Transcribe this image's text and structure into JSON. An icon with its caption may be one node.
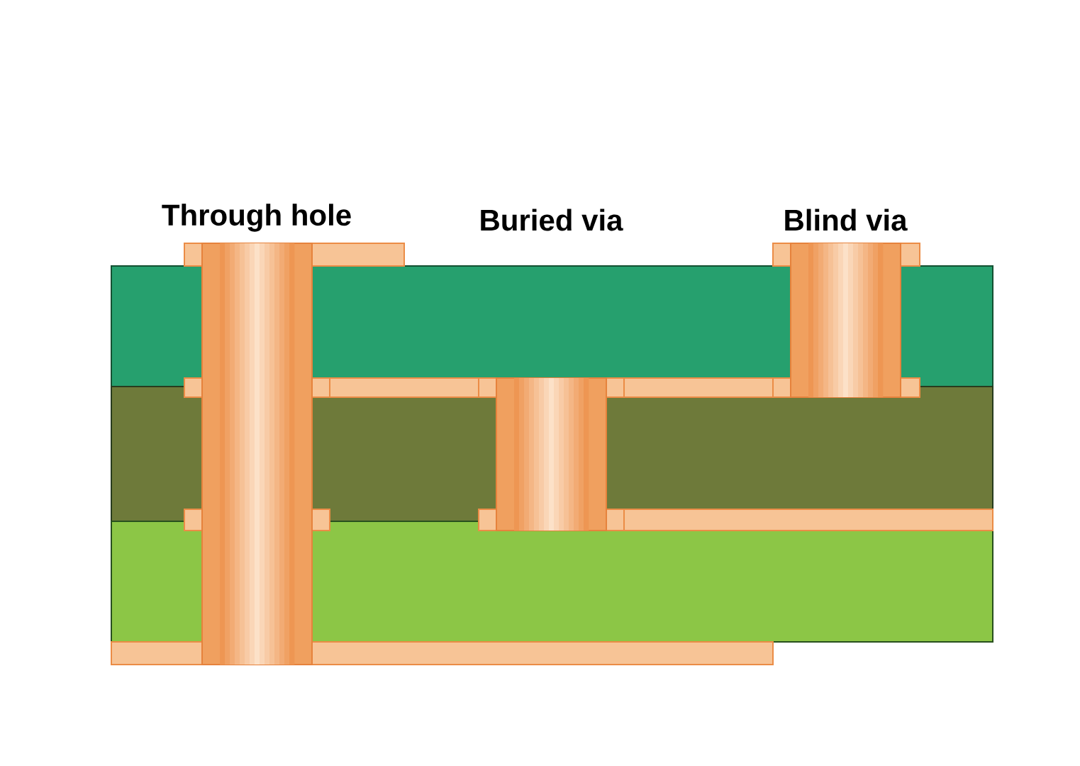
{
  "diagram": {
    "labels": [
      "Through hole",
      "Buried via",
      "Blind via"
    ]
  }
}
